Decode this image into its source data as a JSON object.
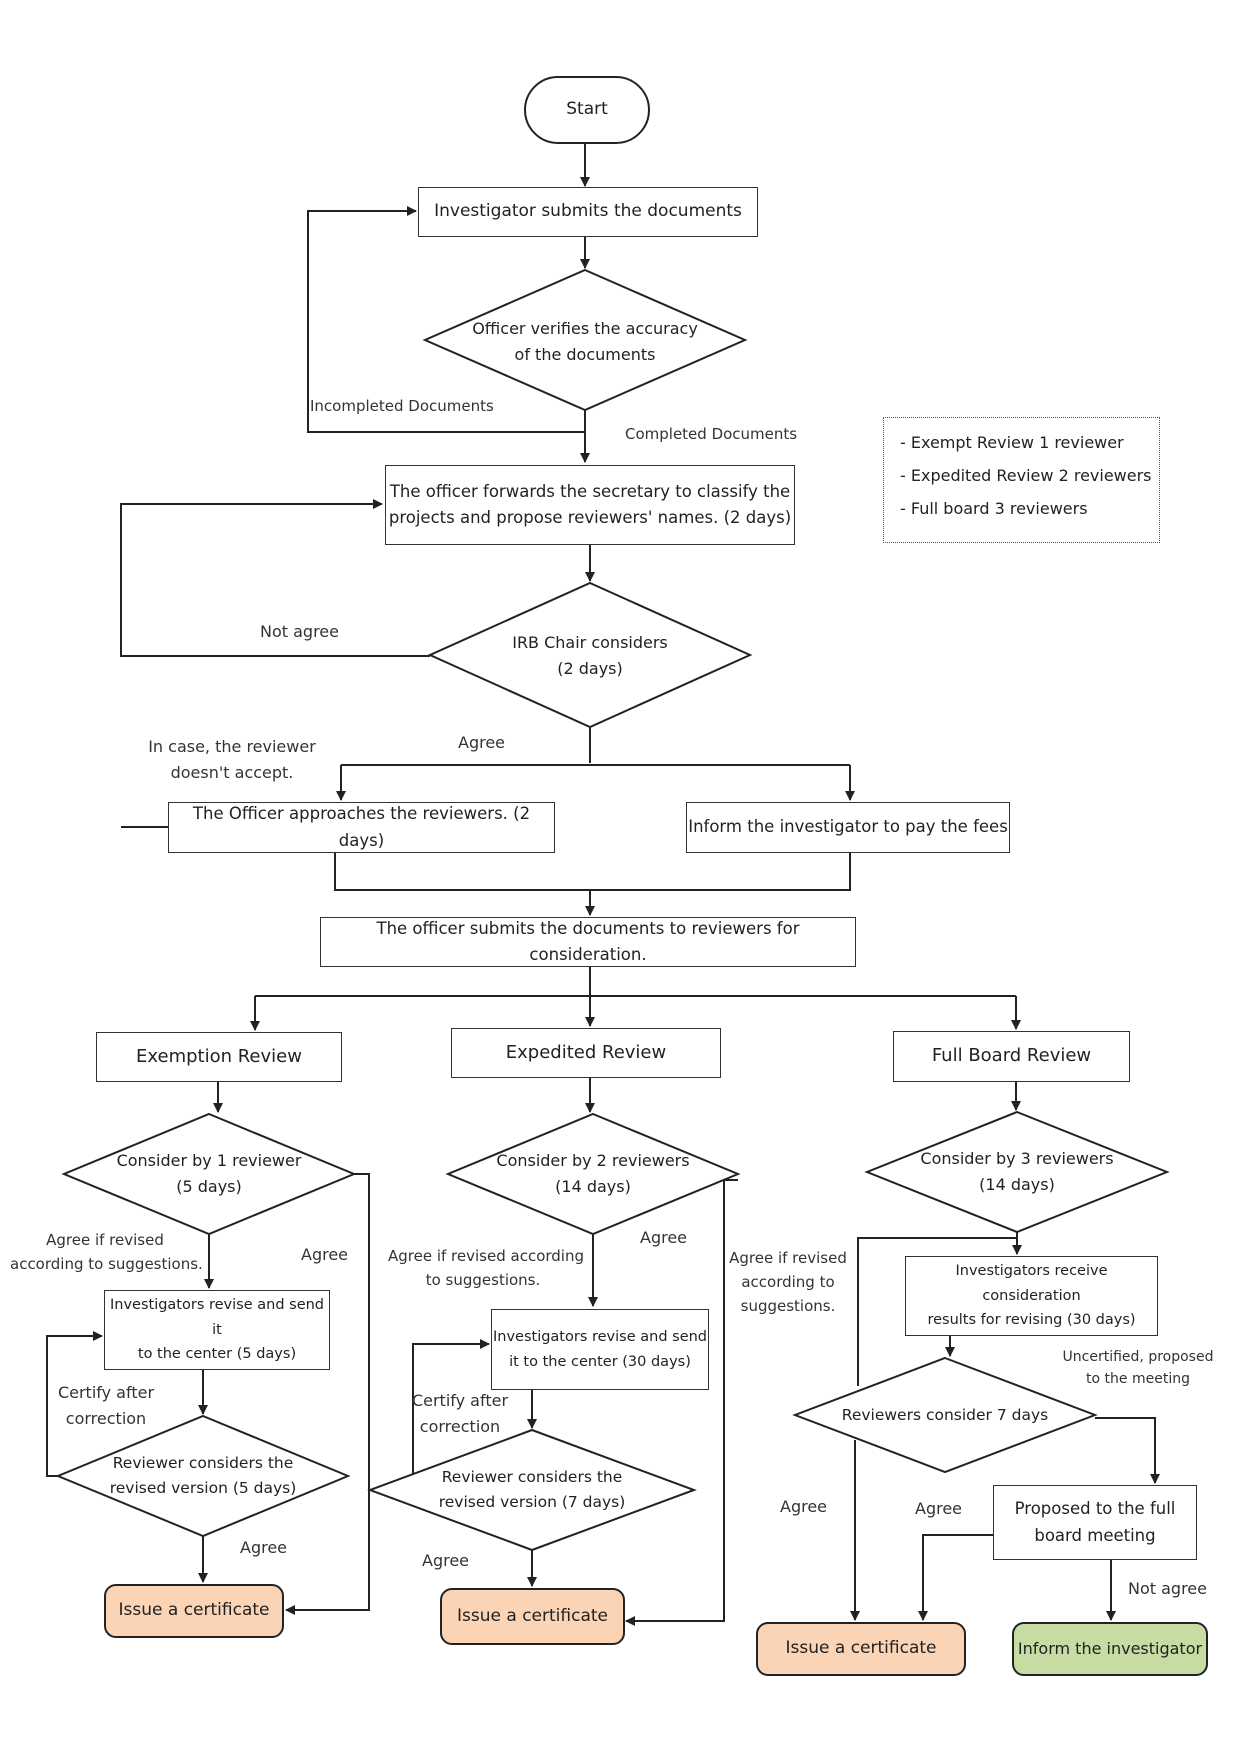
{
  "nodes": {
    "start": "Start",
    "submit": "Investigator submits the documents",
    "verify": [
      "Officer verifies the accuracy",
      "of the documents"
    ],
    "forward": [
      "The officer forwards the secretary to classify the",
      "projects and propose reviewers' names. (2 days)"
    ],
    "irb": [
      "IRB Chair considers",
      "(2 days)"
    ],
    "approach": "The Officer approaches the reviewers. (2 days)",
    "fees": "Inform the investigator to pay the fees",
    "submit_reviewers": "The officer submits the documents to reviewers for consideration.",
    "exemption": "Exemption Review",
    "expedited": "Expedited Review",
    "fullboard": "Full Board Review",
    "ex_consider": [
      "Consider by 1 reviewer",
      "(5 days)"
    ],
    "ex_revise": [
      "Investigators revise and send it",
      "to the center (5 days)"
    ],
    "ex_revised_consider": [
      "Reviewer considers the",
      "revised version (5 days)"
    ],
    "ex_issue": "Issue a certificate",
    "xp_consider": [
      "Consider by 2 reviewers",
      "(14 days)"
    ],
    "xp_revise": [
      "Investigators revise and send",
      "it to the center (30 days)"
    ],
    "xp_revised_consider": [
      "Reviewer considers the",
      "revised version (7 days)"
    ],
    "xp_issue": "Issue a certificate",
    "fb_consider": [
      "Consider by 3 reviewers",
      "(14 days)"
    ],
    "fb_receive": [
      "Investigators receive consideration",
      "results for revising (30 days)"
    ],
    "fb_reviewers": "Reviewers consider 7 days",
    "fb_proposed": [
      "Proposed to the full",
      "board meeting"
    ],
    "fb_issue": "Issue a certificate",
    "fb_inform": "Inform the investigator"
  },
  "labels": {
    "incompleted": "Incompleted Documents",
    "completed": "Completed Documents",
    "not_agree": "Not agree",
    "agree_irb": "Agree",
    "reviewer_not_accept": [
      "In case, the reviewer",
      "doesn't accept."
    ],
    "ex_agree_revised": [
      "Agree if revised",
      "according to suggestions."
    ],
    "ex_agree": "Agree",
    "ex_certify": [
      "Certify after",
      "correction"
    ],
    "ex_agree2": "Agree",
    "xp_agree_revised": [
      "Agree if revised according",
      "to suggestions."
    ],
    "xp_agree": "Agree",
    "xp_certify": [
      "Certify after",
      "correction"
    ],
    "xp_agree2": "Agree",
    "fb_agree_revised": [
      "Agree if revised",
      "according to",
      "suggestions."
    ],
    "fb_uncertified": [
      "Uncertified, proposed",
      "to the meeting"
    ],
    "fb_agree1": "Agree",
    "fb_agree2": "Agree",
    "fb_not_agree": "Not agree"
  },
  "legend": [
    "- Exempt Review 1 reviewer",
    "- Expedited Review 2 reviewers",
    "- Full board 3 reviewers"
  ],
  "colors": {
    "certificate_fill": "#fad4b4",
    "inform_fill": "#c6dca2",
    "line": "#222222"
  }
}
